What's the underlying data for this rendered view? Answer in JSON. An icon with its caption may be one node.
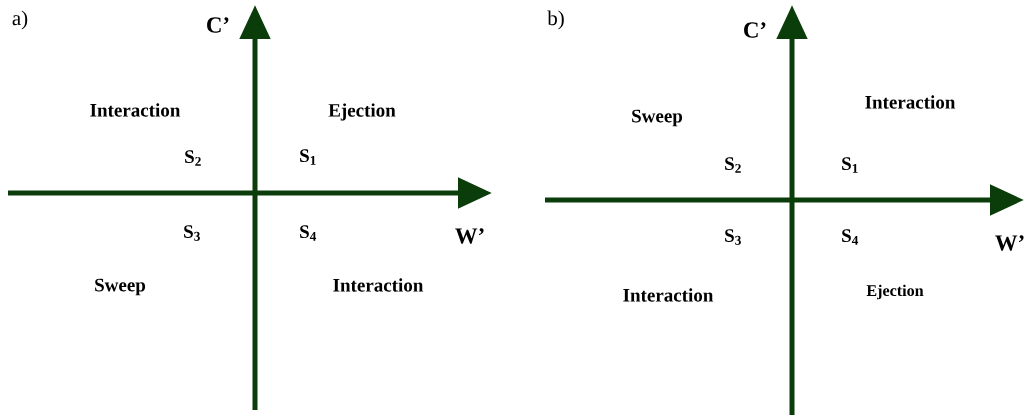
{
  "diagram": {
    "labels": [
      "a)",
      "C’",
      "Interaction",
      "Ejection",
      "S$_{2}$",
      "S$_{1}$",
      "S$_{3}$",
      "S$_{4}$",
      "W’",
      "Sweep",
      "Interaction",
      "b)",
      "C’",
      "Sweep",
      "Interaction",
      "S$_{2}$",
      "S$_{1}$",
      "S$_{3}$",
      "S$_{4}$",
      "W’",
      "Interaction",
      "Ejection"
    ]
  }
}
